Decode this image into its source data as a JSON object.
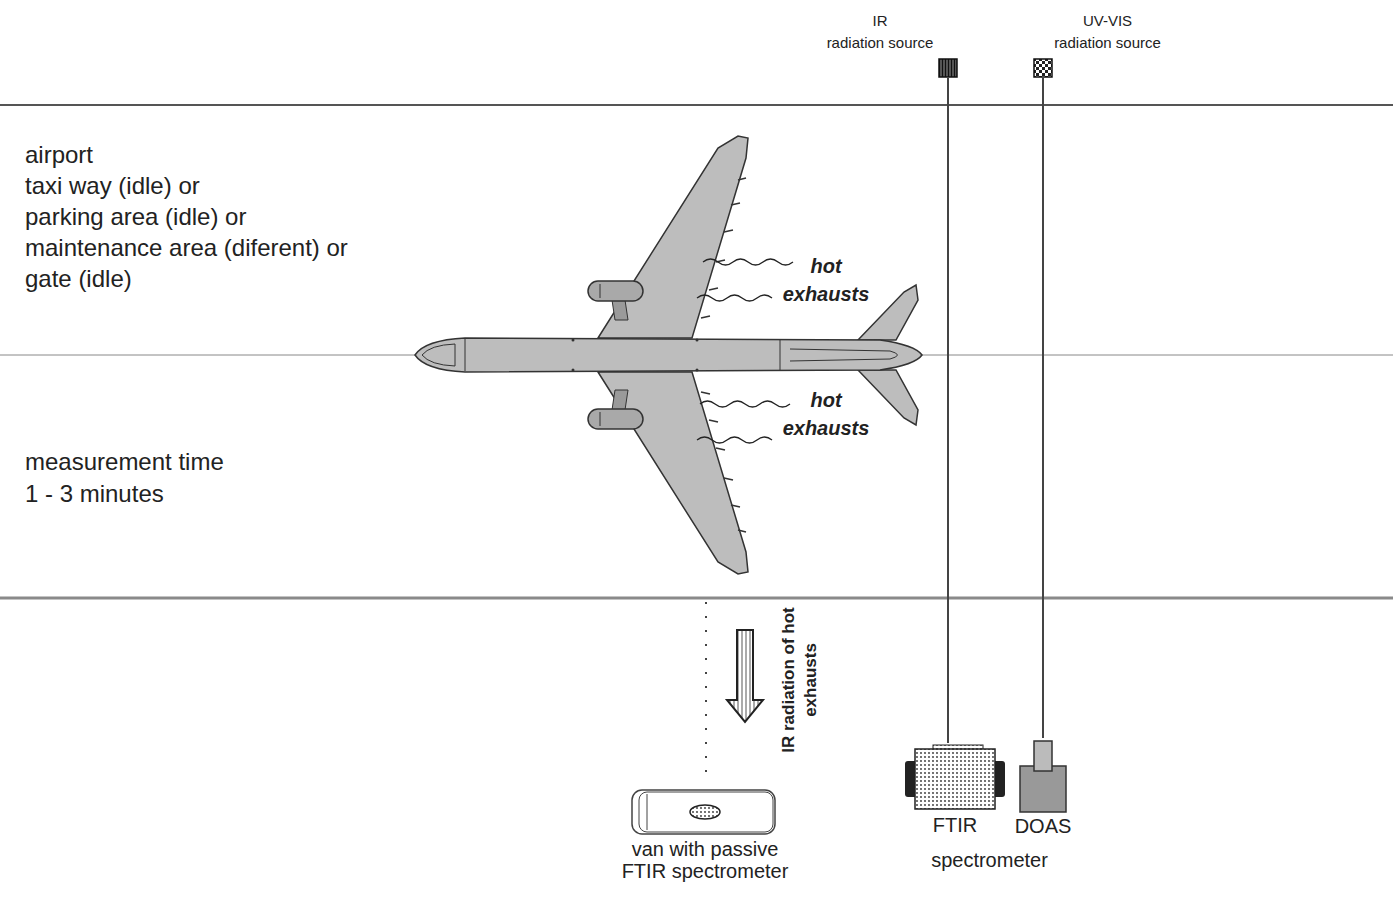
{
  "diagram": {
    "nodes": [
      {
        "text": [
          "IR",
          "radiation source"
        ]
      },
      {
        "text": [
          "UV-VIS",
          "radiation source"
        ]
      },
      {
        "text": [
          "FTIR"
        ]
      },
      {
        "text": [
          "DOAS"
        ]
      },
      {
        "text": [
          "van with passive FTIR spectrometer"
        ]
      }
    ],
    "edges": [
      {
        "from": 0,
        "to": 2,
        "arrow": "none"
      },
      {
        "from": 1,
        "to": 3,
        "arrow": "none"
      }
    ],
    "labels": [
      "airport",
      "taxi way (idle) or",
      "parking area (idle) or",
      "maintenance area (diferent) or",
      "gate (idle)",
      "measurement time",
      "1 - 3 minutes",
      "hot exhausts",
      "hot exhausts",
      "IR radiation of hot exhausts",
      "spectrometer"
    ]
  }
}
